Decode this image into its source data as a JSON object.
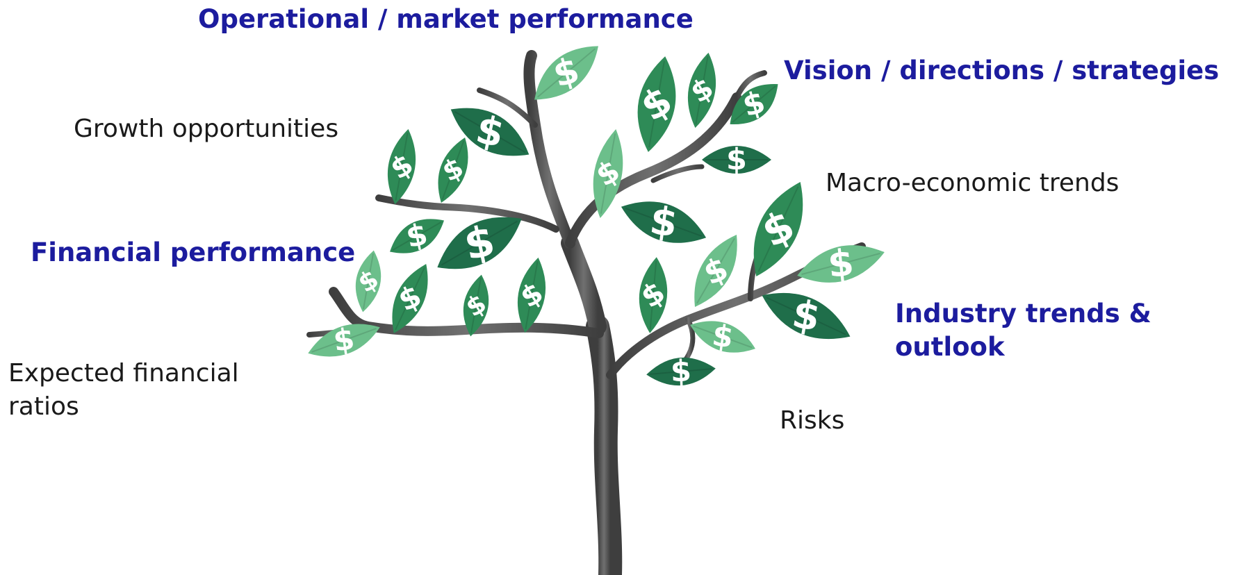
{
  "labels": {
    "operational": "Operational / market performance",
    "vision": "Vision / directions / strategies",
    "growth": "Growth opportunities",
    "macro": "Macro-economic trends",
    "financial_performance": "Financial performance",
    "industry_line1": "Industry trends &",
    "industry_line2": "outlook",
    "expected_line1": "Expected financial",
    "expected_line2": "ratios",
    "risks": "Risks"
  },
  "colors": {
    "emphasis_text": "#1c1c9e",
    "plain_text": "#1a1a1a",
    "trunk": "#5a5a5a",
    "leaf_dark": "#1f6e4a",
    "leaf_mid": "#2e8b57",
    "leaf_light": "#6cbf8b",
    "dollar_sign": "#ffffff"
  },
  "icons": {
    "leaf": "dollar-leaf-icon",
    "tree": "money-tree-illustration"
  }
}
